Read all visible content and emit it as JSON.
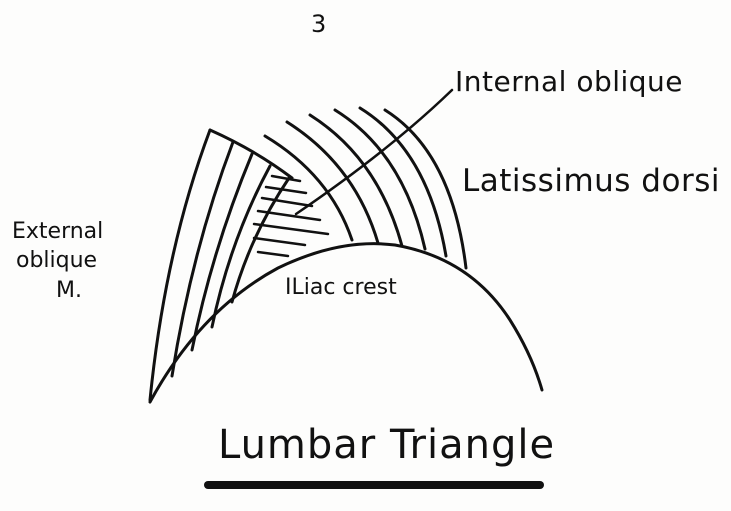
{
  "page_number": "3",
  "labels": {
    "internal_oblique": "Internal oblique",
    "latissimus_dorsi": "Latissimus dorsi",
    "external_oblique_line1": "External",
    "external_oblique_line2": "oblique",
    "external_oblique_line3": "M.",
    "iliac_crest": "ILiac crest"
  },
  "title": "Lumbar Triangle",
  "colors": {
    "ink": "#111111",
    "paper": "#fdfdfc"
  }
}
